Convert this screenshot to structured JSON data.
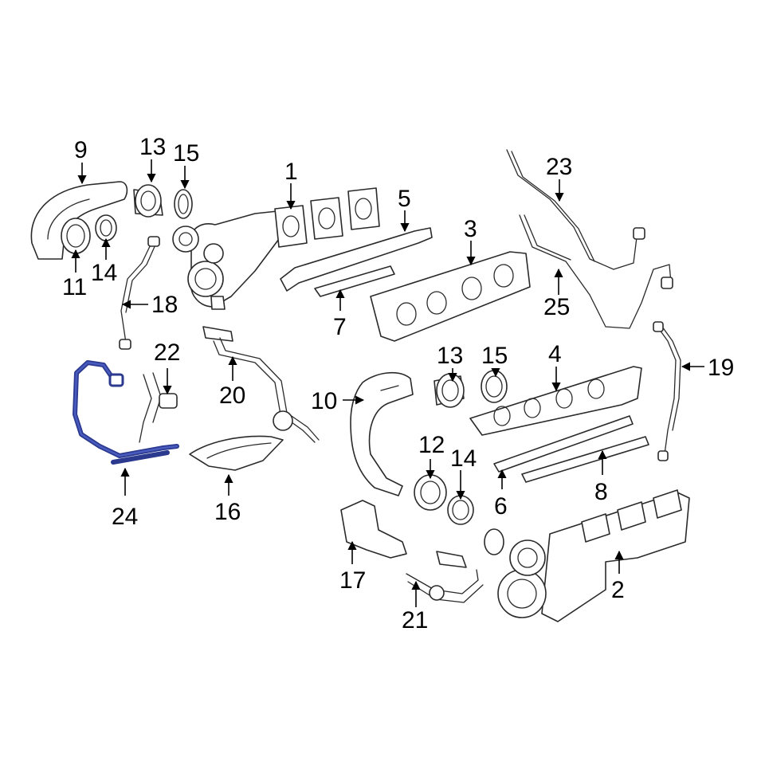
{
  "diagram": {
    "highlight_color": "#2b3a8f",
    "highlighted_part": "24",
    "callouts": [
      "1",
      "2",
      "3",
      "4",
      "5",
      "6",
      "7",
      "8",
      "9",
      "10",
      "11",
      "12",
      "13",
      "14",
      "15",
      "16",
      "17",
      "18",
      "19",
      "20",
      "21",
      "22",
      "23",
      "24",
      "25",
      "13",
      "14",
      "15"
    ]
  }
}
